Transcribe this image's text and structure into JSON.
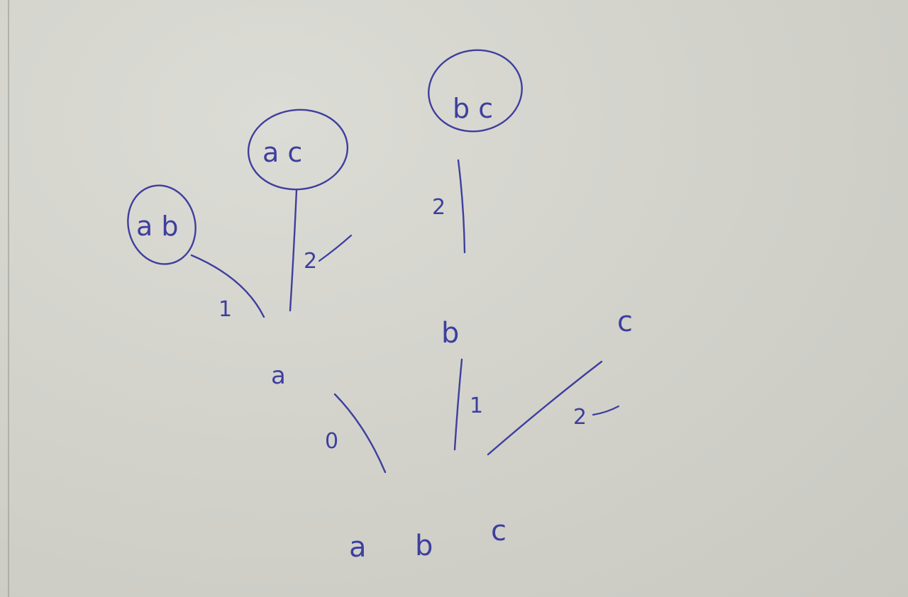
{
  "tree": {
    "root": {
      "label": "a b c",
      "letters": [
        "a",
        "b",
        "c"
      ]
    },
    "level1": {
      "a": {
        "label": "a",
        "edge_weight": "0"
      },
      "b": {
        "label": "b",
        "edge_weight": "1"
      },
      "c": {
        "label": "c",
        "edge_weight": "2"
      }
    },
    "level2": {
      "ab": {
        "label": "a b",
        "edge_weight": "1",
        "circled": true
      },
      "ac": {
        "label": "a c",
        "edge_weight": "2",
        "circled": true
      },
      "bc": {
        "label": "b c",
        "edge_weight": "2",
        "circled": true
      }
    }
  },
  "colors": {
    "ink": "#3e3f9e",
    "paper": "#d5d5cf"
  }
}
